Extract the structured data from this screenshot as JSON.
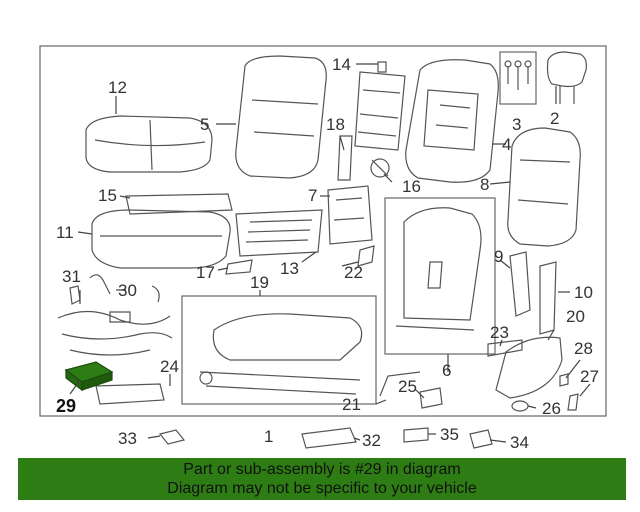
{
  "diagram": {
    "highlight_color": "#2e7d14",
    "callouts": [
      {
        "id": "1",
        "label": "1"
      },
      {
        "id": "2",
        "label": "2"
      },
      {
        "id": "3",
        "label": "3"
      },
      {
        "id": "4",
        "label": "4"
      },
      {
        "id": "5",
        "label": "5"
      },
      {
        "id": "6",
        "label": "6"
      },
      {
        "id": "7",
        "label": "7"
      },
      {
        "id": "8",
        "label": "8"
      },
      {
        "id": "9",
        "label": "9"
      },
      {
        "id": "10",
        "label": "10"
      },
      {
        "id": "11",
        "label": "11"
      },
      {
        "id": "12",
        "label": "12"
      },
      {
        "id": "13",
        "label": "13"
      },
      {
        "id": "14",
        "label": "14"
      },
      {
        "id": "15",
        "label": "15"
      },
      {
        "id": "16",
        "label": "16"
      },
      {
        "id": "17",
        "label": "17"
      },
      {
        "id": "18",
        "label": "18"
      },
      {
        "id": "19",
        "label": "19"
      },
      {
        "id": "20",
        "label": "20"
      },
      {
        "id": "21",
        "label": "21"
      },
      {
        "id": "22",
        "label": "22"
      },
      {
        "id": "23",
        "label": "23"
      },
      {
        "id": "24",
        "label": "24"
      },
      {
        "id": "25",
        "label": "25"
      },
      {
        "id": "26",
        "label": "26"
      },
      {
        "id": "27",
        "label": "27"
      },
      {
        "id": "28",
        "label": "28"
      },
      {
        "id": "29",
        "label": "29"
      },
      {
        "id": "30",
        "label": "30"
      },
      {
        "id": "31",
        "label": "31"
      },
      {
        "id": "32",
        "label": "32"
      },
      {
        "id": "33",
        "label": "33"
      },
      {
        "id": "34",
        "label": "34"
      },
      {
        "id": "35",
        "label": "35"
      }
    ],
    "highlighted_part": "29"
  },
  "banner": {
    "line1": "Part or sub-assembly is #29 in diagram",
    "line2": "Diagram may not be specific to your vehicle",
    "color": "#2e7d14"
  }
}
